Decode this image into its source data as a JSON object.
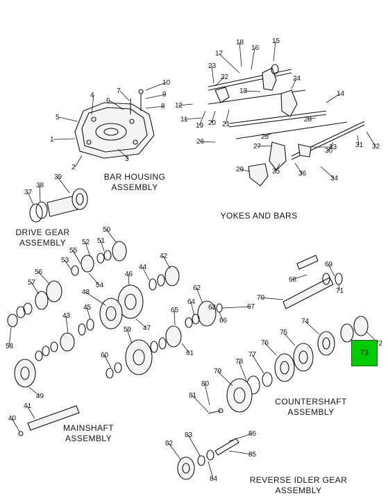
{
  "captions": {
    "bar_housing": [
      "BAR HOUSING",
      "ASSEMBLY"
    ],
    "yokes_bars": [
      "YOKES AND BARS"
    ],
    "drive_gear": [
      "DRIVE GEAR",
      "ASSEMBLY"
    ],
    "countershaft": [
      "COUNTERSHAFT",
      "ASSEMBLY"
    ],
    "mainshaft": [
      "MAINSHAFT",
      "ASSEMBLY"
    ],
    "reverse_idler": [
      "REVERSE IDLER GEAR",
      "ASSEMBLY"
    ]
  },
  "highlight": {
    "label": "73",
    "color": "#00cc00"
  },
  "callouts": [
    "1",
    "2",
    "3",
    "4",
    "5",
    "6",
    "7",
    "8",
    "9",
    "10",
    "11",
    "12",
    "13",
    "14",
    "15",
    "16",
    "17",
    "18",
    "19",
    "20",
    "21",
    "22",
    "23",
    "24",
    "25",
    "26",
    "27",
    "28",
    "29",
    "30",
    "31",
    "32",
    "33",
    "34",
    "35",
    "36",
    "37",
    "38",
    "39",
    "40",
    "41",
    "42",
    "43",
    "44",
    "45",
    "46",
    "47",
    "48",
    "49",
    "50",
    "51",
    "52",
    "53",
    "54",
    "55",
    "56",
    "57",
    "58",
    "59",
    "60",
    "61",
    "62",
    "63",
    "64",
    "65",
    "66",
    "67",
    "68",
    "69",
    "70",
    "71",
    "72",
    "74",
    "75",
    "76",
    "77",
    "78",
    "79",
    "80",
    "81",
    "82",
    "83",
    "84",
    "85",
    "86"
  ]
}
